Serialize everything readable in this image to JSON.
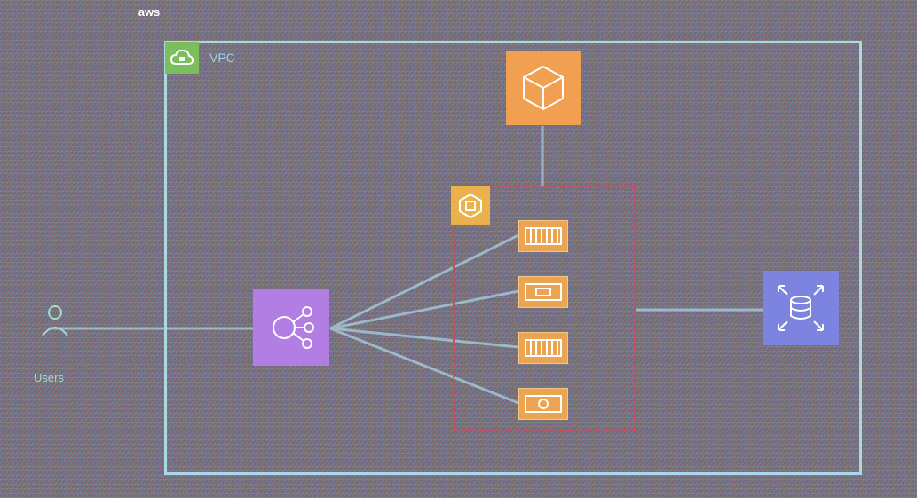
{
  "diagram": {
    "logo_text": "aws",
    "vpc_label": "VPC",
    "users_label": "Users",
    "colors": {
      "vpc_border": "#a9d8ea",
      "vpc_badge": "#7bbf5c",
      "compute": "#f0a050",
      "asg_border": "#d24a5e",
      "load_balancer": "#b27ee3",
      "database": "#7d84e0",
      "connector": "#a9cfe3"
    },
    "icons": {
      "top_service": "cube-icon",
      "asg": "autoscaling-icon",
      "instances": "instance-icon",
      "load_balancer": "load-balancer-icon",
      "database": "database-icon",
      "users": "users-icon"
    }
  }
}
